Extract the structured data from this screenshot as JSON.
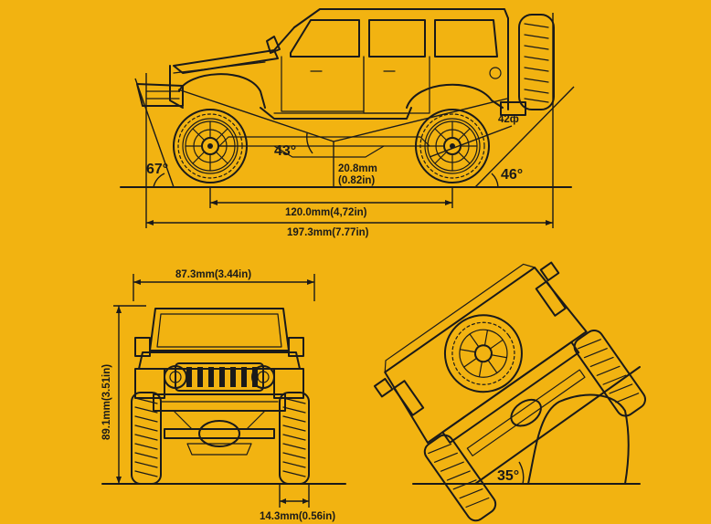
{
  "side_view": {
    "approach_angle": "67°",
    "breakover_angle": "43°",
    "departure_angle": "46°",
    "tire_angle": "42ф",
    "ground_clearance": "20.8mm",
    "ground_clearance_in": "(0.82in)",
    "wheelbase": "120.0mm(4,72in)",
    "length": "197.3mm(7.77in)"
  },
  "front_view": {
    "width": "87.3mm(3.44in)",
    "height": "89.1mm(3.51in)",
    "tire_width": "14.3mm(0.56in)"
  },
  "climb_view": {
    "climb_angle": "35°"
  },
  "colors": {
    "background": "#f2b311",
    "line": "#1a1a1a"
  }
}
